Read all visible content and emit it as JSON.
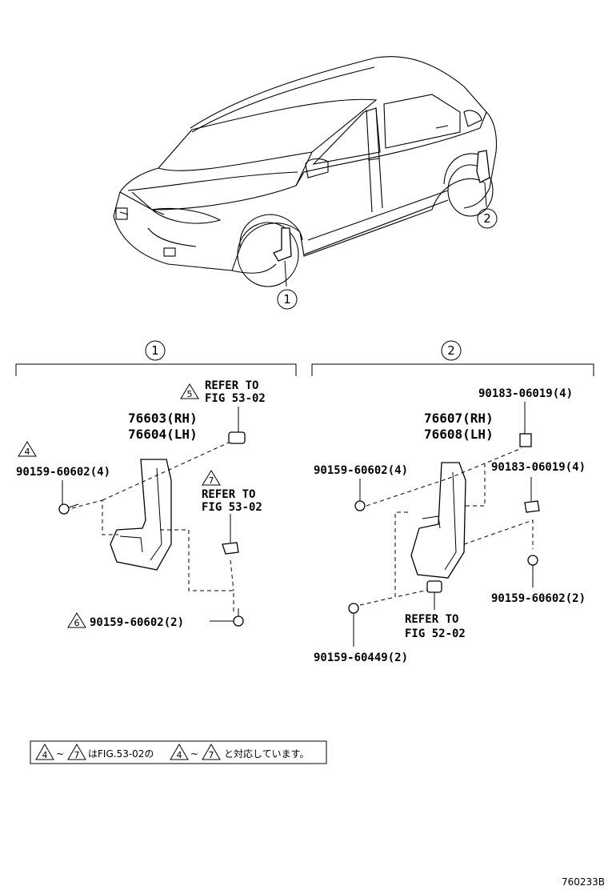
{
  "callouts": {
    "c1": "1",
    "c2": "2",
    "sec1": "1",
    "sec2": "2"
  },
  "left": {
    "part_rh": "76603(RH)",
    "part_lh": "76604(LH)",
    "screw_a": "90159-60602(4)",
    "screw_b": "90159-60602(2)",
    "ref5_l1": "REFER TO",
    "ref5_l2": "FIG 53-02",
    "ref7_l1": "REFER TO",
    "ref7_l2": "FIG 53-02",
    "tri4": "4",
    "tri5": "5",
    "tri6": "6",
    "tri7": "7"
  },
  "right": {
    "part_rh": "76607(RH)",
    "part_lh": "76608(LH)",
    "nut_a": "90183-06019(4)",
    "nut_b": "90183-06019(4)",
    "screw_a": "90159-60602(4)",
    "screw_b": "90159-60602(2)",
    "screw_c": "90159-60449(2)",
    "ref_l1": "REFER TO",
    "ref_l2": "FIG 52-02"
  },
  "note": {
    "tri_a": "4",
    "tilde_a": "~",
    "tri_b": "7",
    "text_mid": "はFIG.53-02の",
    "tri_c": "4",
    "tilde_b": "~",
    "tri_d": "7",
    "text_end": "と対応しています。"
  },
  "figure_code": "760233B"
}
